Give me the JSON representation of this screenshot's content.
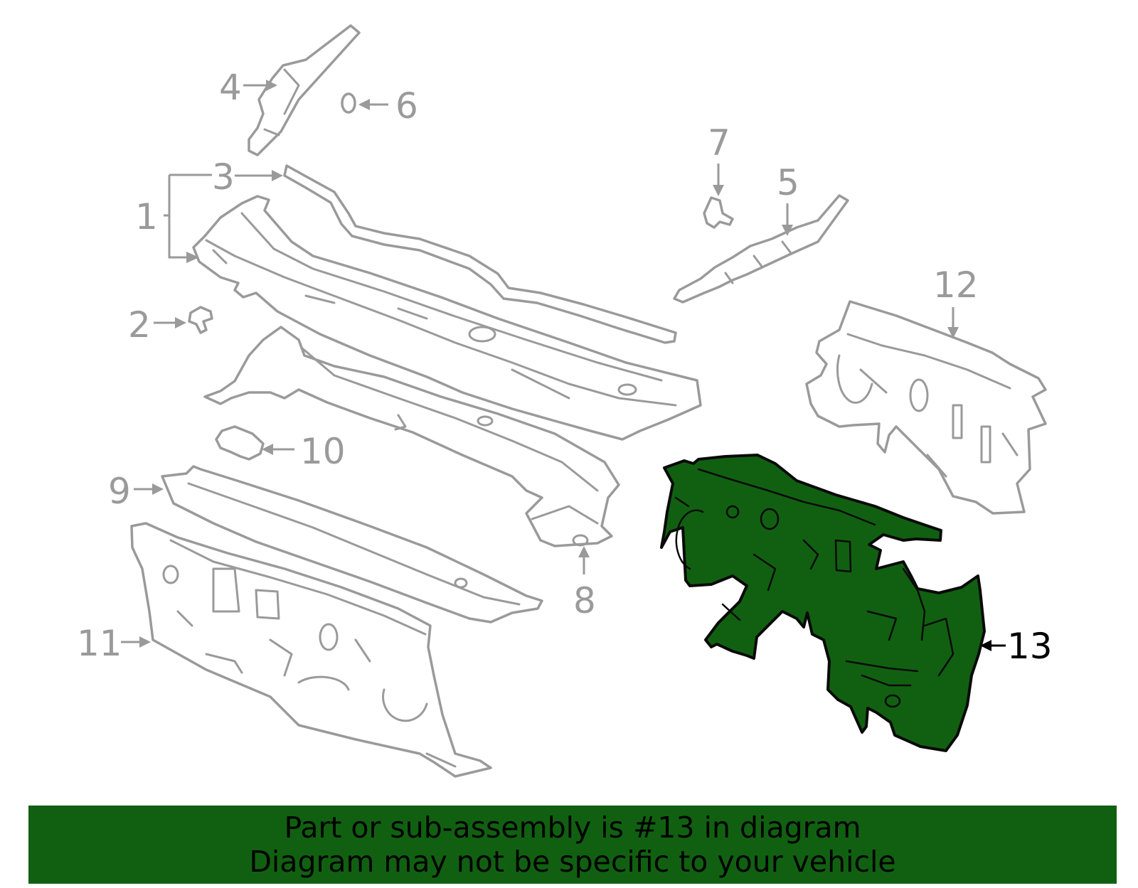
{
  "callouts": {
    "c1": "1",
    "c2": "2",
    "c3": "3",
    "c4": "4",
    "c5": "5",
    "c6": "6",
    "c7": "7",
    "c8": "8",
    "c9": "9",
    "c10": "10",
    "c11": "11",
    "c12": "12",
    "c13": "13"
  },
  "highlight_color": "#116011",
  "banner": {
    "line1": "Part or sub-assembly is #13 in diagram",
    "line2": "Diagram may not be specific to your vehicle"
  }
}
